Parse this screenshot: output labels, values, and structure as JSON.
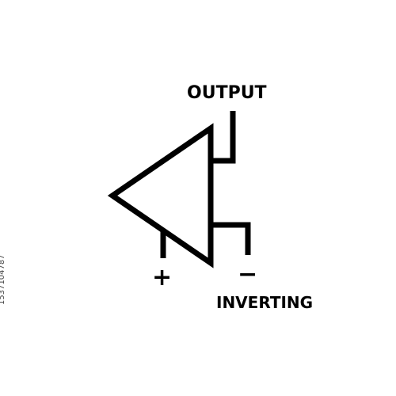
{
  "labels": {
    "output": "OUTPUT",
    "inverting": "INVERTING",
    "plus": "+",
    "minus": "−",
    "side_id": "1537104787"
  },
  "colors": {
    "stroke": "#000000",
    "background": "#ffffff"
  }
}
